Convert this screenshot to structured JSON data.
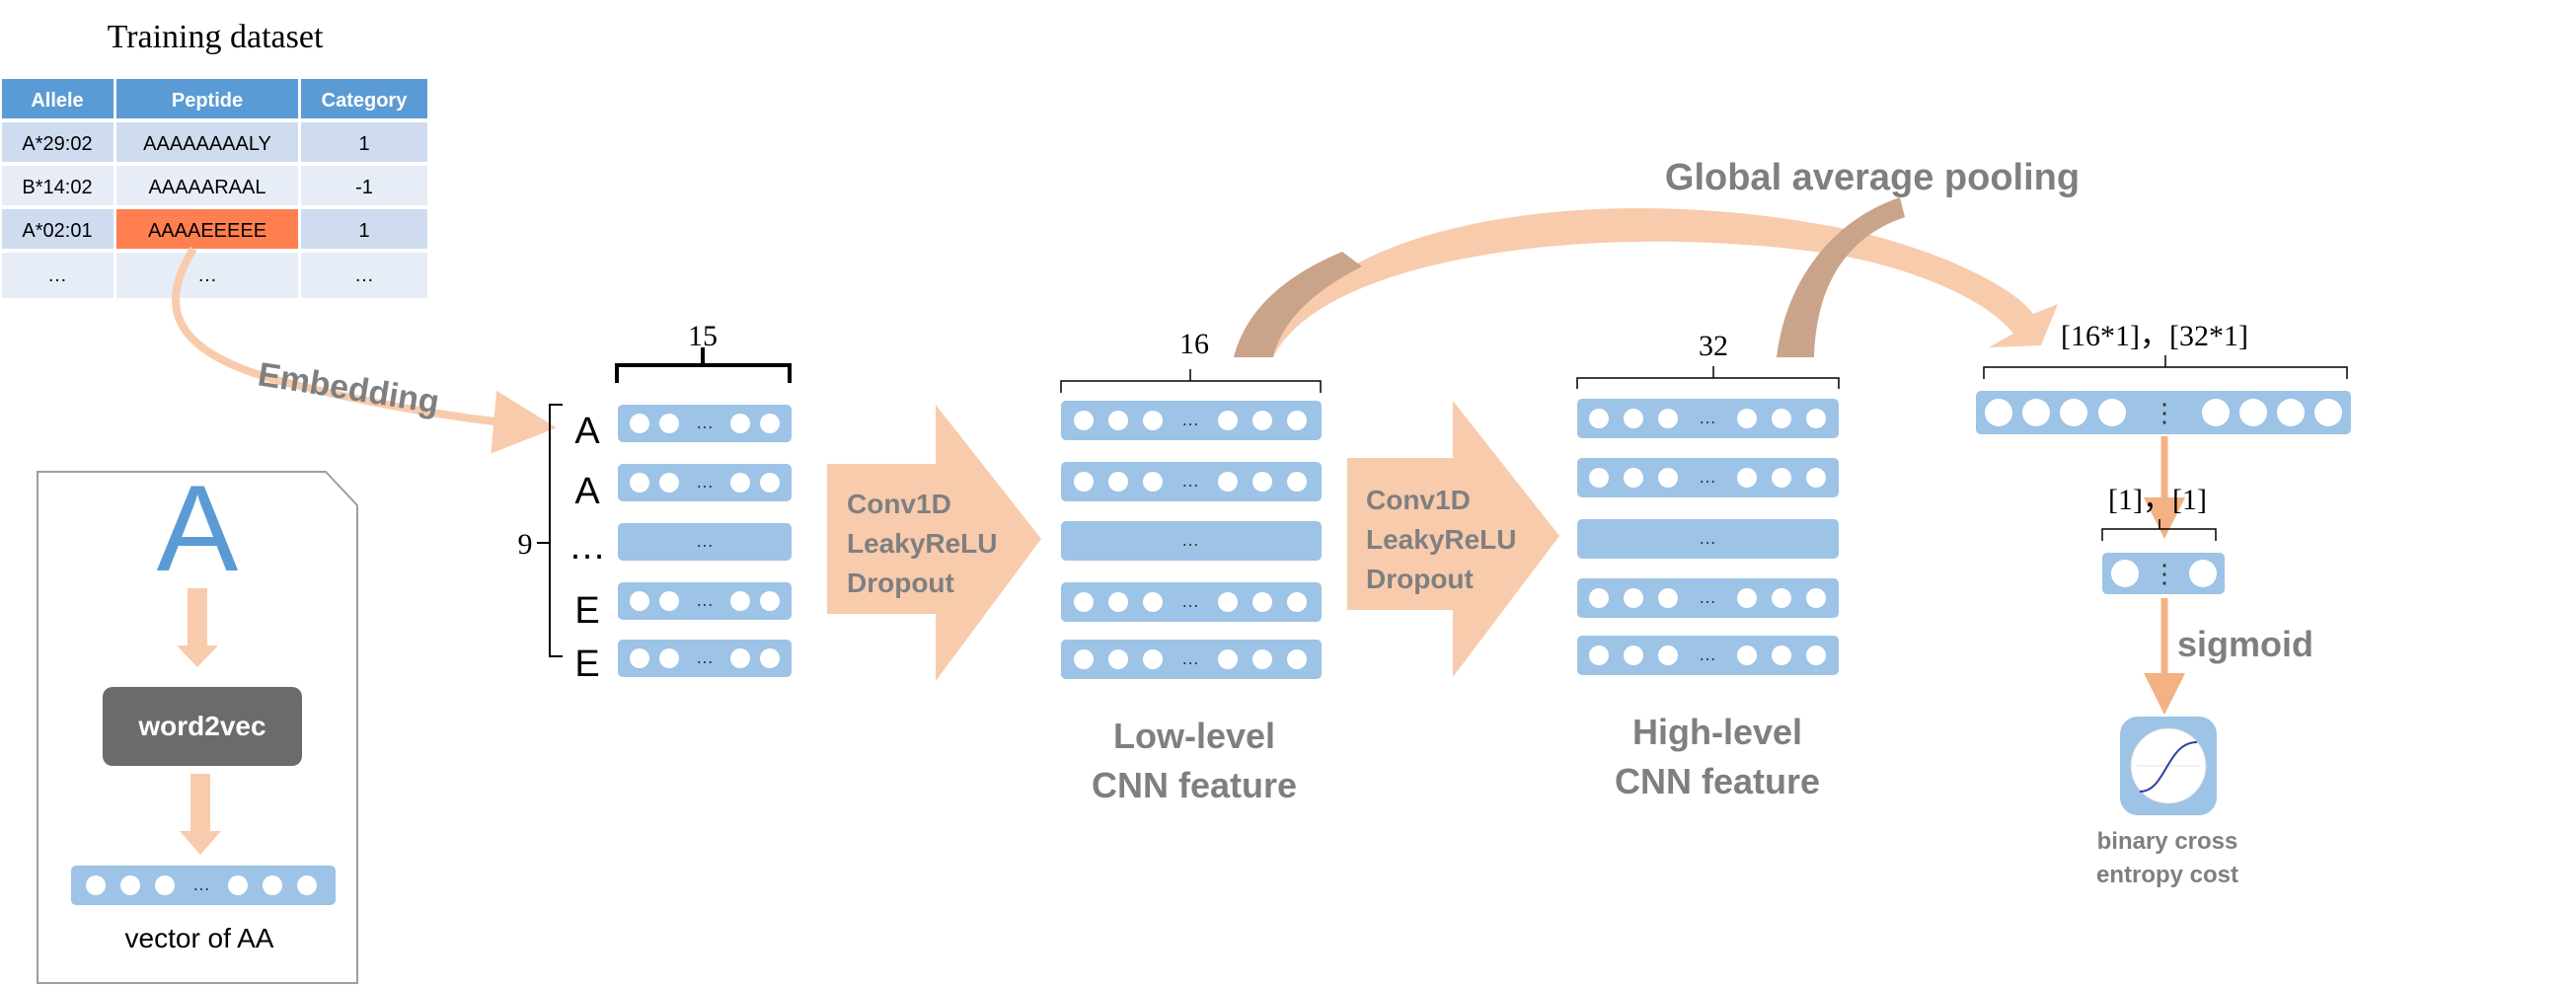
{
  "training": {
    "title": "Training dataset",
    "headers": [
      "Allele",
      "Peptide",
      "Category"
    ],
    "rows": [
      [
        "A*29:02",
        "AAAAAAAALY",
        "1"
      ],
      [
        "B*14:02",
        "AAAAARAAL",
        "-1"
      ],
      [
        "A*02:01",
        "AAAAEEEEE",
        "1"
      ],
      [
        "…",
        "…",
        "…"
      ]
    ]
  },
  "labels": {
    "embedding": "Embedding",
    "input_width": "15",
    "input_height": "9",
    "residues": [
      "A",
      "A",
      "…",
      "E",
      "E"
    ],
    "conv_block": [
      "Conv1D",
      "LeakyReLU",
      "Dropout"
    ],
    "low_count": "16",
    "high_count": "32",
    "low_caption": [
      "Low-level",
      "CNN feature"
    ],
    "high_caption": [
      "High-level",
      "CNN feature"
    ],
    "gap": "Global average pooling",
    "pooled_dims": "[16*1]，[32*1]",
    "dense_dims": "[1]，[1]",
    "sigmoid": "sigmoid",
    "loss": [
      "binary cross",
      "entropy cost"
    ],
    "dots": "…",
    "vdots": "⋮"
  },
  "inset": {
    "letter": "A",
    "method": "word2vec",
    "caption": "vector of AA"
  },
  "colors": {
    "header_blue": "#5b9bd5",
    "row_light": "#cfdcef",
    "row_lighter": "#e6edf7",
    "highlight": "#ff7f50",
    "vector_blue": "#9dc3e6",
    "arrow_peach": "#f8cbad",
    "gap_brown": "#c9a38a",
    "dark_arrow": "#f4b183",
    "grey_text": "#7f7f7f",
    "word2vec_box": "#6b6b6b"
  }
}
